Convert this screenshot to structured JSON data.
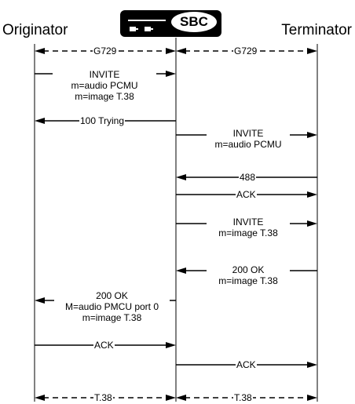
{
  "parties": {
    "originator": "Originator",
    "terminator": "Terminator",
    "sbc": "SBC"
  },
  "messages": [
    {
      "id": "g729-left",
      "text": "G729",
      "dashed": true,
      "both": true
    },
    {
      "id": "g729-right",
      "text": "G729",
      "dashed": true,
      "both": true
    },
    {
      "id": "invite-1",
      "text": "INVITE\nm=audio PCMU\nm=image T.38"
    },
    {
      "id": "trying-100",
      "text": "100 Trying"
    },
    {
      "id": "invite-2",
      "text": "INVITE\nm=audio PCMU"
    },
    {
      "id": "resp-488",
      "text": "488"
    },
    {
      "id": "ack-1",
      "text": "ACK"
    },
    {
      "id": "invite-3",
      "text": "INVITE\nm=image T.38"
    },
    {
      "id": "ok-200-term",
      "text": "200 OK\nm=image T.38"
    },
    {
      "id": "ok-200-orig",
      "text": "200 OK\nM=audio PMCU port 0\nm=image T.38"
    },
    {
      "id": "ack-2",
      "text": "ACK"
    },
    {
      "id": "ack-3",
      "text": "ACK"
    },
    {
      "id": "t38-left",
      "text": "T.38",
      "dashed": true,
      "both": true
    },
    {
      "id": "t38-right",
      "text": "T.38",
      "dashed": true,
      "both": true
    }
  ]
}
